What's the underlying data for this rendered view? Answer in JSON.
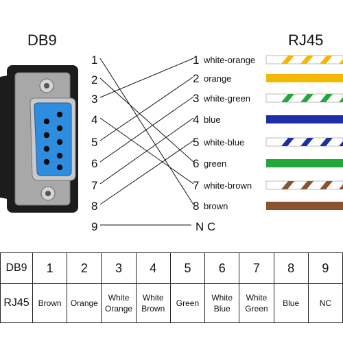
{
  "titles": {
    "left": "DB9",
    "right": "RJ45"
  },
  "db9_pins": [
    "1",
    "2",
    "3",
    "4",
    "5",
    "6",
    "7",
    "8",
    "9"
  ],
  "rj45_pins": [
    {
      "num": "1",
      "label": "white-orange",
      "color": "#f5b800",
      "striped": true
    },
    {
      "num": "2",
      "label": "orange",
      "color": "#f5b800",
      "striped": false
    },
    {
      "num": "3",
      "label": "white-green",
      "color": "#22a83a",
      "striped": true
    },
    {
      "num": "4",
      "label": "blue",
      "color": "#1c2fa8",
      "striped": false
    },
    {
      "num": "5",
      "label": "white-blue",
      "color": "#1c2fa8",
      "striped": true
    },
    {
      "num": "6",
      "label": "green",
      "color": "#22a83a",
      "striped": false
    },
    {
      "num": "7",
      "label": "white-brown",
      "color": "#8a5330",
      "striped": true
    },
    {
      "num": "8",
      "label": "brown",
      "color": "#8a5330",
      "striped": false
    }
  ],
  "nc_label": "N C",
  "connections": [
    {
      "db9": 1,
      "rj45": 8
    },
    {
      "db9": 2,
      "rj45": 6
    },
    {
      "db9": 3,
      "rj45": 1
    },
    {
      "db9": 4,
      "rj45": 7
    },
    {
      "db9": 5,
      "rj45": 2
    },
    {
      "db9": 6,
      "rj45": 3
    },
    {
      "db9": 7,
      "rj45": 4
    },
    {
      "db9": 8,
      "rj45": 5
    },
    {
      "db9": 9,
      "rj45": "NC"
    }
  ],
  "connector_colors": {
    "shell": "#1c1c1c",
    "plate": "#a8a8a8",
    "insert": "#2f8de0",
    "pin": "#0d0d0d"
  },
  "table": {
    "header_db9": "DB9",
    "header_rj45": "RJ45",
    "db9_values": [
      "1",
      "2",
      "3",
      "4",
      "5",
      "6",
      "7",
      "8",
      "9"
    ],
    "rj45_values": [
      "Brown",
      "Orange",
      "White\nOrange",
      "White\nBrown",
      "Green",
      "White\nBlue",
      "White\nGreen",
      "Blue",
      "NC"
    ]
  }
}
